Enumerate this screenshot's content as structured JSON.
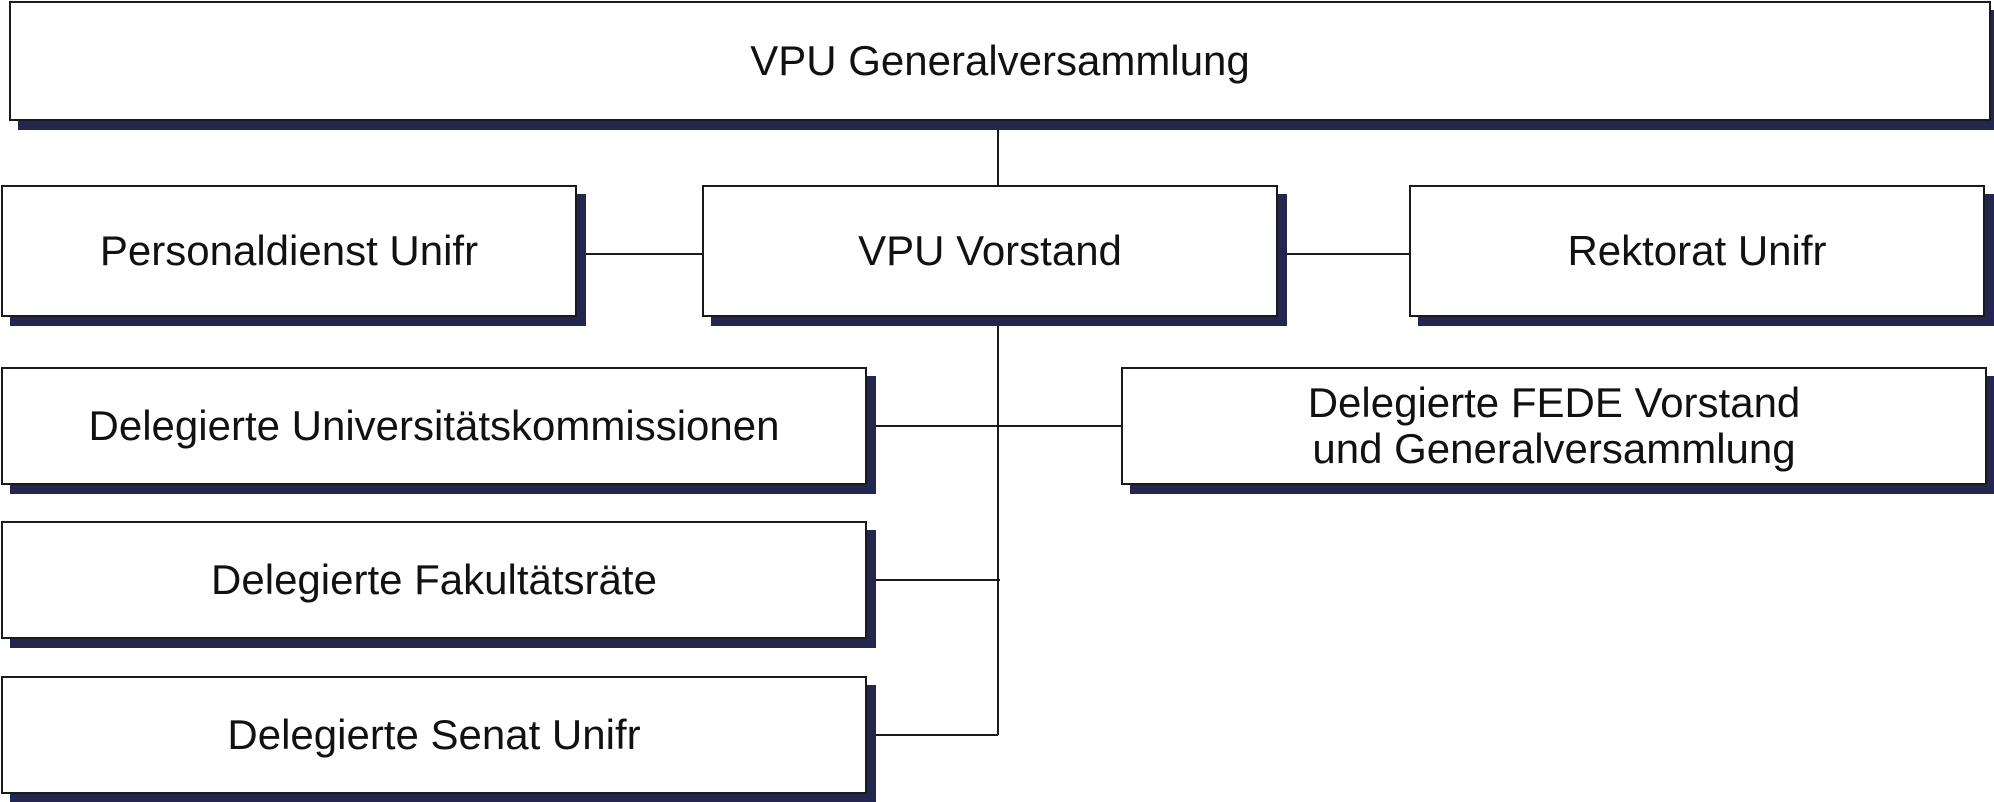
{
  "diagram": {
    "nodes": {
      "generalversammlung": "VPU Generalversammlung",
      "personaldienst": "Personaldienst Unifr",
      "vorstand": "VPU Vorstand",
      "rektorat": "Rektorat Unifr",
      "universitaetskommissionen": "Delegierte Universitätskommissionen",
      "fede": "Delegierte FEDE Vorstand\nund Generalversammlung",
      "fakultaetsraete": "Delegierte Fakultätsräte",
      "senat": "Delegierte Senat Unifr"
    },
    "edges": [
      [
        "generalversammlung",
        "vorstand"
      ],
      [
        "personaldienst",
        "vorstand"
      ],
      [
        "vorstand",
        "rektorat"
      ],
      [
        "vorstand",
        "universitaetskommissionen"
      ],
      [
        "vorstand",
        "fede"
      ],
      [
        "vorstand",
        "fakultaetsraete"
      ],
      [
        "vorstand",
        "senat"
      ]
    ],
    "colors": {
      "shadow": "#23264e",
      "border": "#1a1a1a",
      "line": "#1a1a1a"
    }
  }
}
